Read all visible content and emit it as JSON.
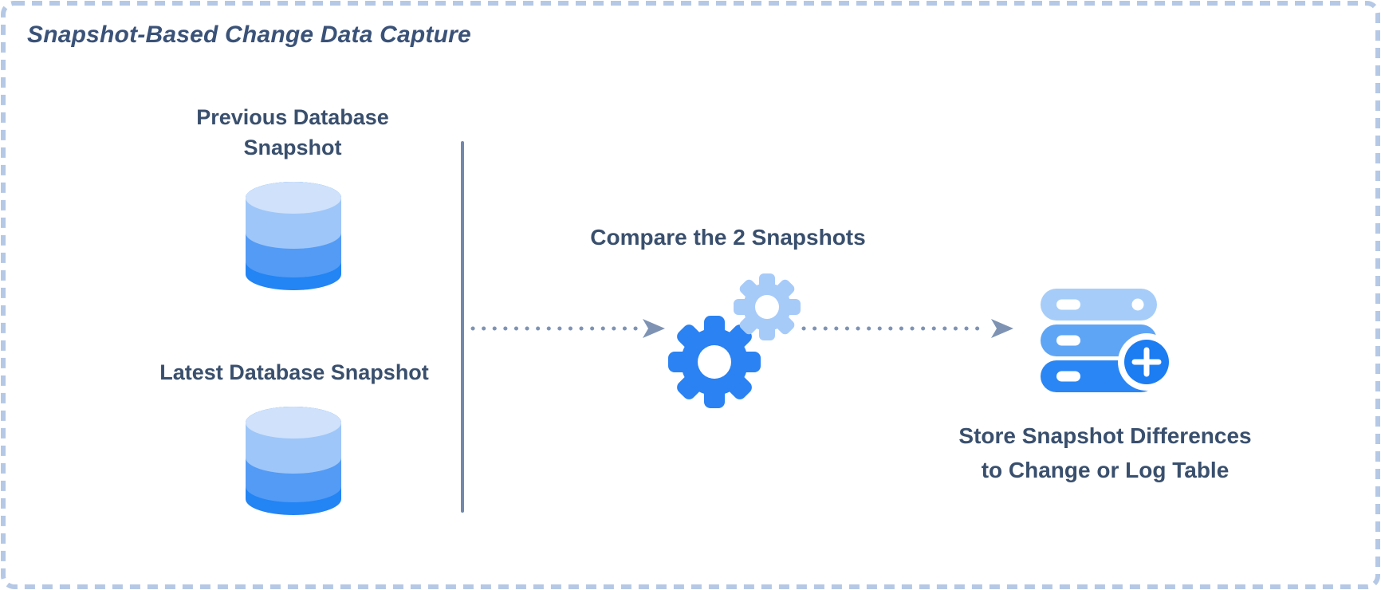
{
  "title": "Snapshot-Based Change Data Capture",
  "nodes": {
    "previous_snapshot": {
      "lines": [
        "Previous Database",
        "Snapshot"
      ],
      "icon": "database-cylinder-icon"
    },
    "latest_snapshot": {
      "label": "Latest Database Snapshot",
      "icon": "database-cylinder-icon"
    },
    "compare": {
      "label": "Compare the 2 Snapshots",
      "icon": "gears-icon"
    },
    "store": {
      "lines": [
        "Store Snapshot Differences",
        "to Change or Log Table"
      ],
      "icon": "database-add-icon"
    }
  },
  "connectors": {
    "style": "dotted-arrow",
    "flow": [
      "snapshots",
      "compare",
      "store"
    ]
  },
  "colors": {
    "canvas-bg": "#ffffff",
    "border-dash": "#b5c8e6",
    "title-navy": "#3a5278",
    "label-navy": "#394f6d",
    "slate-line": "#7289ac",
    "slate-arrow": "#7e93b4",
    "db-top": "#cfe1fb",
    "db-light": "#9ec6f8",
    "db-mid": "#539bf5",
    "db-dark": "#2384f4",
    "gear-big": "#2a82f3",
    "gear-small": "#a7cbf9",
    "server-top": "#a6cdf9",
    "server-mid": "#5fa5f6",
    "server-bottom": "#2a86f4",
    "plus-circle": "#1c7cf2"
  }
}
